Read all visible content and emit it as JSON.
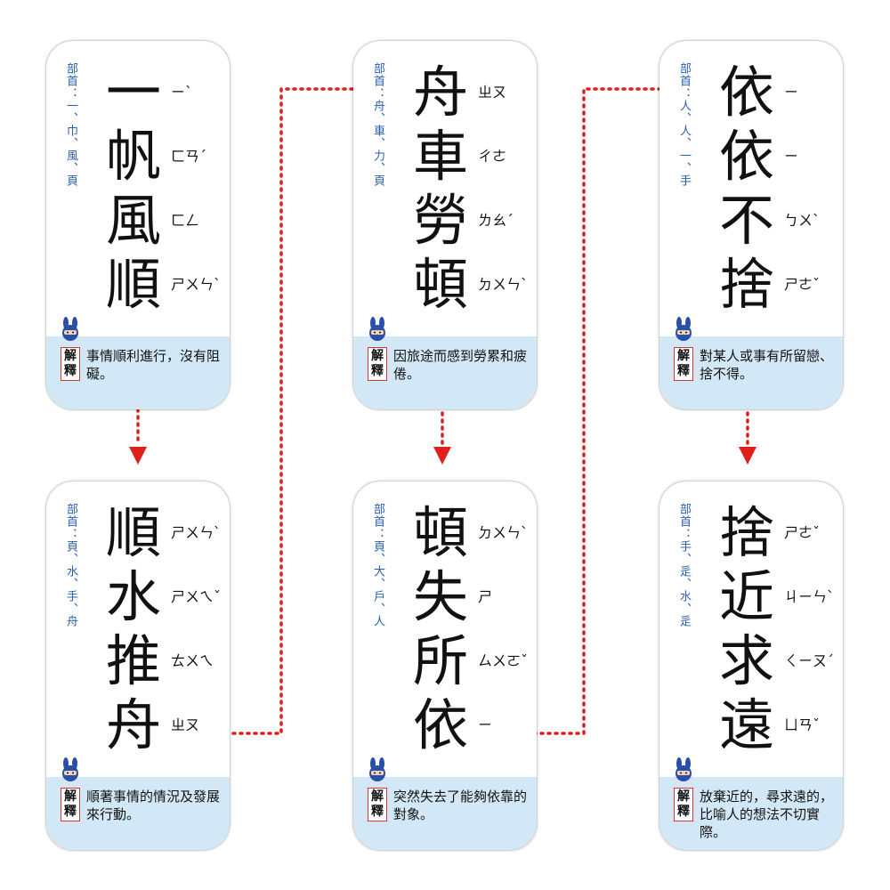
{
  "cards": [
    {
      "chars": [
        "一",
        "帆",
        "風",
        "順"
      ],
      "zhuyin": [
        "ㄧˋ",
        "ㄈㄢˊ",
        "ㄈㄥ",
        "ㄕㄨㄣˋ"
      ],
      "radical": "部首：一、巾、風、頁",
      "explain_tag": [
        "解",
        "釋"
      ],
      "explain": "事情順利進行，沒有阻礙。"
    },
    {
      "chars": [
        "舟",
        "車",
        "勞",
        "頓"
      ],
      "zhuyin": [
        "ㄓㄡ",
        "ㄔㄜ",
        "ㄌㄠˊ",
        "ㄉㄨㄣˋ"
      ],
      "radical": "部首：舟、車、力、頁",
      "explain_tag": [
        "解",
        "釋"
      ],
      "explain": "因旅途而感到勞累和疲倦。"
    },
    {
      "chars": [
        "依",
        "依",
        "不",
        "捨"
      ],
      "zhuyin": [
        "ㄧ",
        "ㄧ",
        "ㄅㄨˋ",
        "ㄕㄜˇ"
      ],
      "radical": "部首：人、人、一、手",
      "explain_tag": [
        "解",
        "釋"
      ],
      "explain": "對某人或事有所留戀、捨不得。"
    },
    {
      "chars": [
        "順",
        "水",
        "推",
        "舟"
      ],
      "zhuyin": [
        "ㄕㄨㄣˋ",
        "ㄕㄨㄟˇ",
        "ㄊㄨㄟ",
        "ㄓㄡ"
      ],
      "radical": "部首：頁、水、手、舟",
      "explain_tag": [
        "解",
        "釋"
      ],
      "explain": "順著事情的情況及發展來行動。"
    },
    {
      "chars": [
        "頓",
        "失",
        "所",
        "依"
      ],
      "zhuyin": [
        "ㄉㄨㄣˋ",
        "ㄕ",
        "ㄙㄨㄛˇ",
        "ㄧ"
      ],
      "radical": "部首：頁、大、戶、人",
      "explain_tag": [
        "解",
        "釋"
      ],
      "explain": "突然失去了能夠依靠的對象。"
    },
    {
      "chars": [
        "捨",
        "近",
        "求",
        "遠"
      ],
      "zhuyin": [
        "ㄕㄜˇ",
        "ㄐㄧㄣˋ",
        "ㄑㄧㄡˊ",
        "ㄩㄢˇ"
      ],
      "radical": "部首：手、辵、水、辵",
      "explain_tag": [
        "解",
        "釋"
      ],
      "explain": "放棄近的，尋求遠的，比喻人的想法不切實際。"
    }
  ],
  "colors": {
    "arrow": "#e0201b",
    "explain_bg": "#d3e8f7",
    "radical": "#2a5fb0"
  }
}
